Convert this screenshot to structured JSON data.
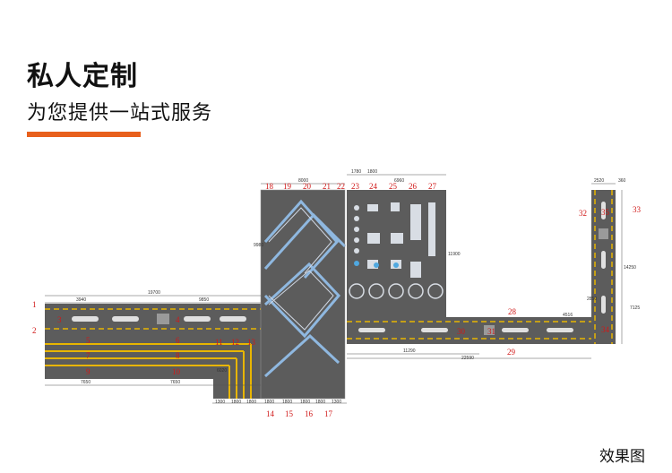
{
  "header": {
    "title": "私人定制",
    "subtitle": "为您提供一站式服务"
  },
  "caption": "效果图",
  "colors": {
    "accent": "#e8601c",
    "track": "#5c5c5c",
    "lane": "#e8b500",
    "label": "#d01818",
    "mat": "#8b96a4"
  },
  "zone_numbers": [
    "1",
    "2",
    "3",
    "4",
    "5",
    "6",
    "7",
    "8",
    "9",
    "10",
    "11",
    "12",
    "13",
    "14",
    "15",
    "16",
    "17",
    "18",
    "19",
    "20",
    "21",
    "22",
    "23",
    "24",
    "25",
    "26",
    "27",
    "28",
    "29",
    "30",
    "31",
    "32",
    "33",
    "34",
    "35"
  ],
  "dimensions": [
    "19700",
    "3940",
    "9850",
    "7650",
    "7650",
    "1300",
    "1800",
    "1800",
    "1800",
    "1800",
    "1800",
    "1800",
    "1300",
    "6020",
    "1780",
    "1800",
    "8000",
    "6960",
    "9980",
    "11900",
    "11290",
    "22590",
    "4516",
    "2520",
    "360",
    "2850",
    "14250",
    "7125"
  ]
}
